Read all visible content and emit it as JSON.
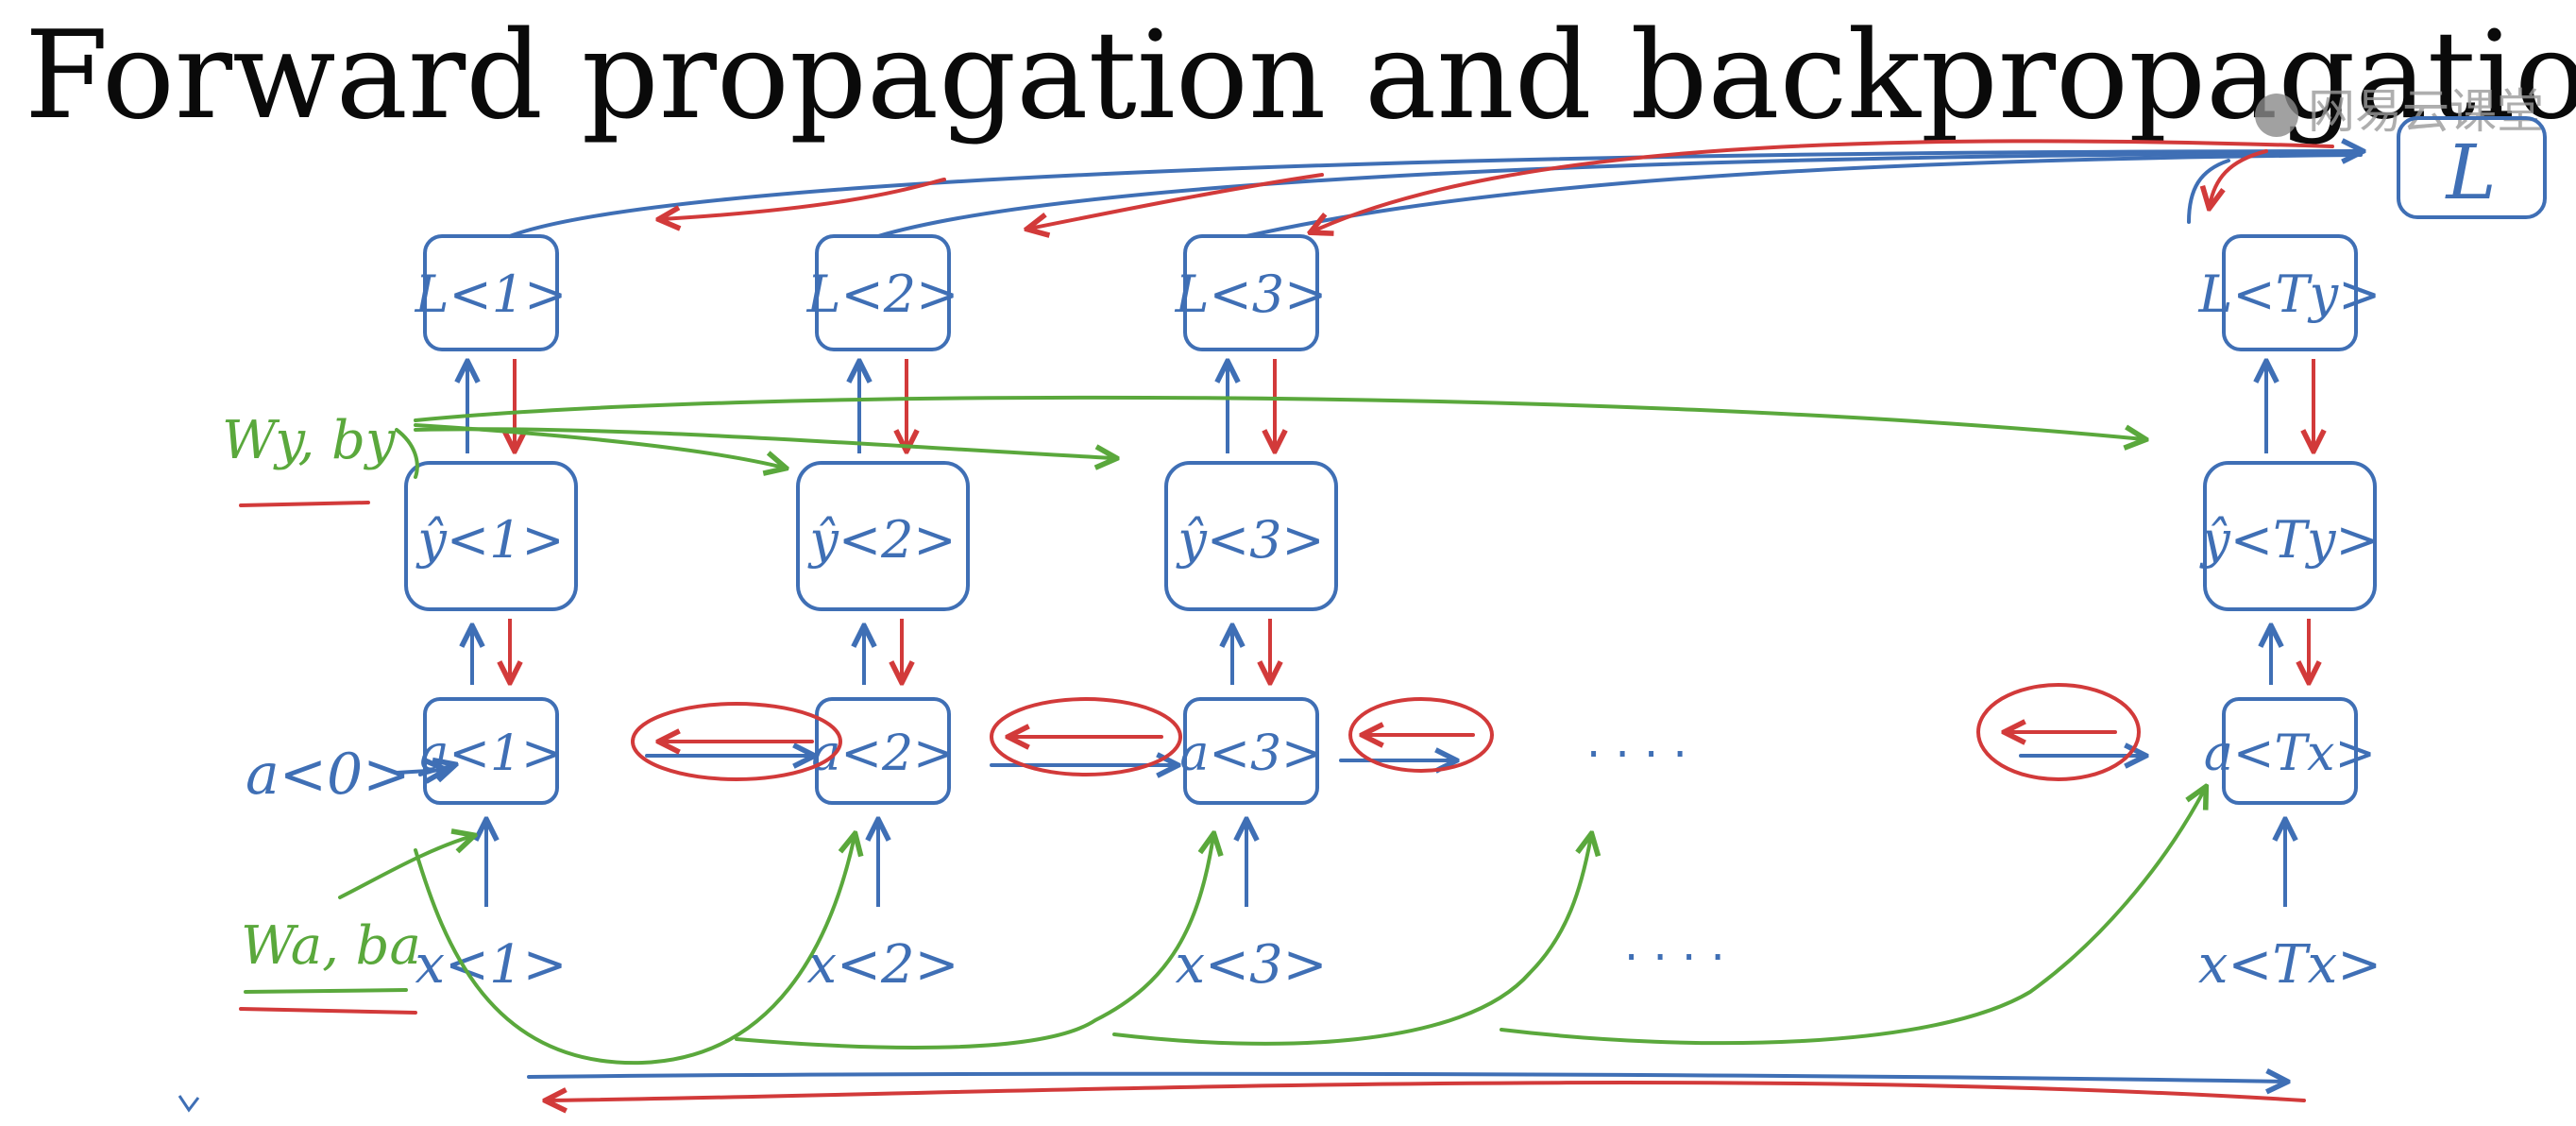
{
  "title": "Forward propagation and backpropagation",
  "watermark": "网易云课堂",
  "colors": {
    "forward": "#3f6fb5",
    "backward": "#d23a3a",
    "params": "#5aa83c",
    "title": "#0a0a0a"
  },
  "total_loss": "L",
  "time_steps": [
    {
      "loss": "L<1>",
      "y_hat": "ŷ<1>",
      "activation": "a<1>",
      "input": "x<1>"
    },
    {
      "loss": "L<2>",
      "y_hat": "ŷ<2>",
      "activation": "a<2>",
      "input": "x<2>"
    },
    {
      "loss": "L<3>",
      "y_hat": "ŷ<3>",
      "activation": "a<3>",
      "input": "x<3>"
    },
    {
      "loss": "L<Ty>",
      "y_hat": "ŷ<Ty>",
      "activation": "a<Tx>",
      "input": "x<Tx>"
    }
  ],
  "initial_activation": "a<0>",
  "output_params": "Wy, by",
  "recurrent_params": "Wa, ba",
  "ellipsis": "· · · ·"
}
